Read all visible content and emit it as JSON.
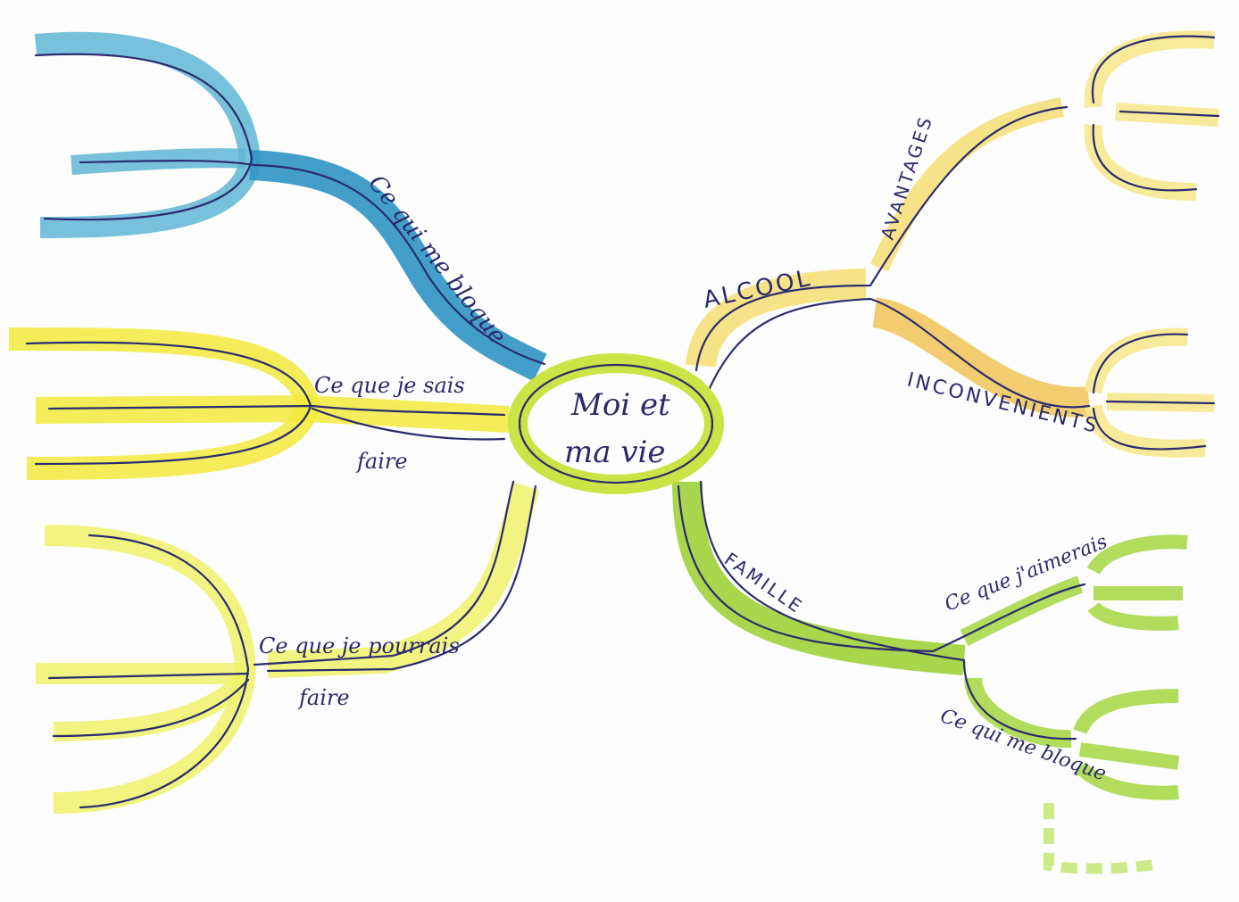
{
  "center": {
    "line1": "Moi et",
    "line2": "ma vie"
  },
  "branches": {
    "blocks": {
      "label": "Ce qui me bloque",
      "color": "#3aa6cf"
    },
    "skills": {
      "label_line1": "Ce que je sais",
      "label_line2": "faire",
      "color": "#f2ea3c"
    },
    "could": {
      "label_line1": "Ce que je pourrais",
      "label_line2": "faire",
      "color": "#eef26a"
    },
    "alcohol": {
      "label": "ALCOOL",
      "color": "#f5e07a",
      "children": {
        "advantages": "AVANTAGES",
        "drawbacks": "INCONVENIENTS"
      }
    },
    "family": {
      "label": "FAMILLE",
      "color": "#9fd13a",
      "children": {
        "would_like": "Ce que j'aimerais",
        "blocks": "Ce qui me bloque"
      }
    }
  }
}
